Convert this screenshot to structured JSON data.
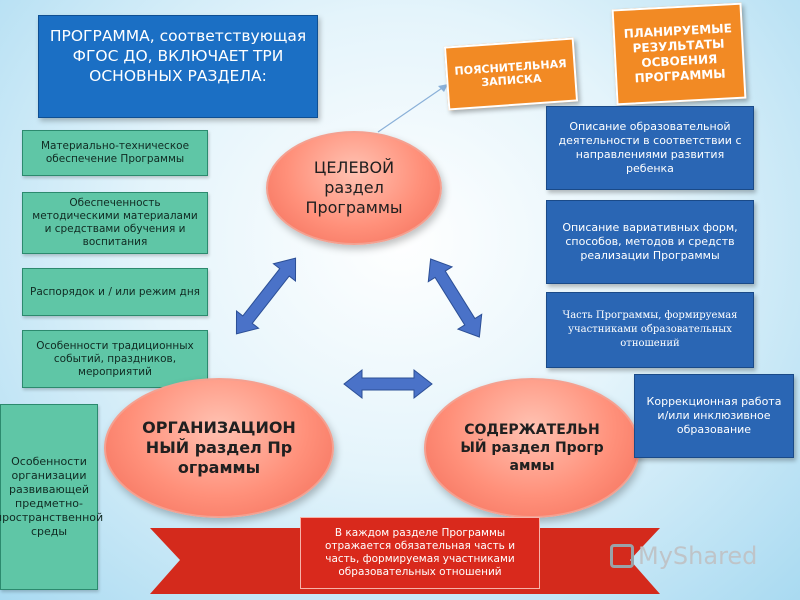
{
  "title": "ПРОГРАММА, соответствующая ФГОС ДО, ВКЛЮЧАЕТ ТРИ ОСНОВНЫХ РАЗДЕЛА:",
  "left_items": [
    "Материально-техническое обеспечение Программы",
    "Обеспеченность методическими материалами и средствами обучения и воспитания",
    "Распорядок и / или режим дня",
    "Особенности традиционных событий, праздников, мероприятий"
  ],
  "env_item": "Особенности организации развивающей предметно-пространственной среды",
  "sections": {
    "target": "ЦЕЛЕВОЙ раздел Программы",
    "organizational": "ОРГАНИЗАЦИОННЫЙ раздел Программы",
    "content": "СОДЕРЖАТЕЛЬНЫЙ раздел Программы"
  },
  "explanatory_note": "ПОЯСНИТЕЛЬНАЯ ЗАПИСКА",
  "planned_results": "ПЛАНИРУЕМЫЕ РЕЗУЛЬТАТЫ ОСВОЕНИЯ ПРОГРАММЫ",
  "right_items": [
    "Описание образовательной деятельности в соответствии с направлениями развития ребенка",
    "Описание вариативных форм, способов, методов и средств реализации Программы",
    "Часть Программы, формируемая участниками образовательных отношений",
    "Коррекционная работа и/или инклюзивное образование"
  ],
  "footer": "В каждом разделе Программы отражается обязательная часть и часть, формируемая участниками образовательных отношений",
  "logo": "MyShared",
  "colors": {
    "title_bg": "#1b6fc4",
    "green": "#5fc6a6",
    "ellipse": "#ff907a",
    "orange": "#f28a24",
    "red": "#e43a2c",
    "scroll_blue": "#2a66b4",
    "arrow_blue": "#4a72c8"
  }
}
